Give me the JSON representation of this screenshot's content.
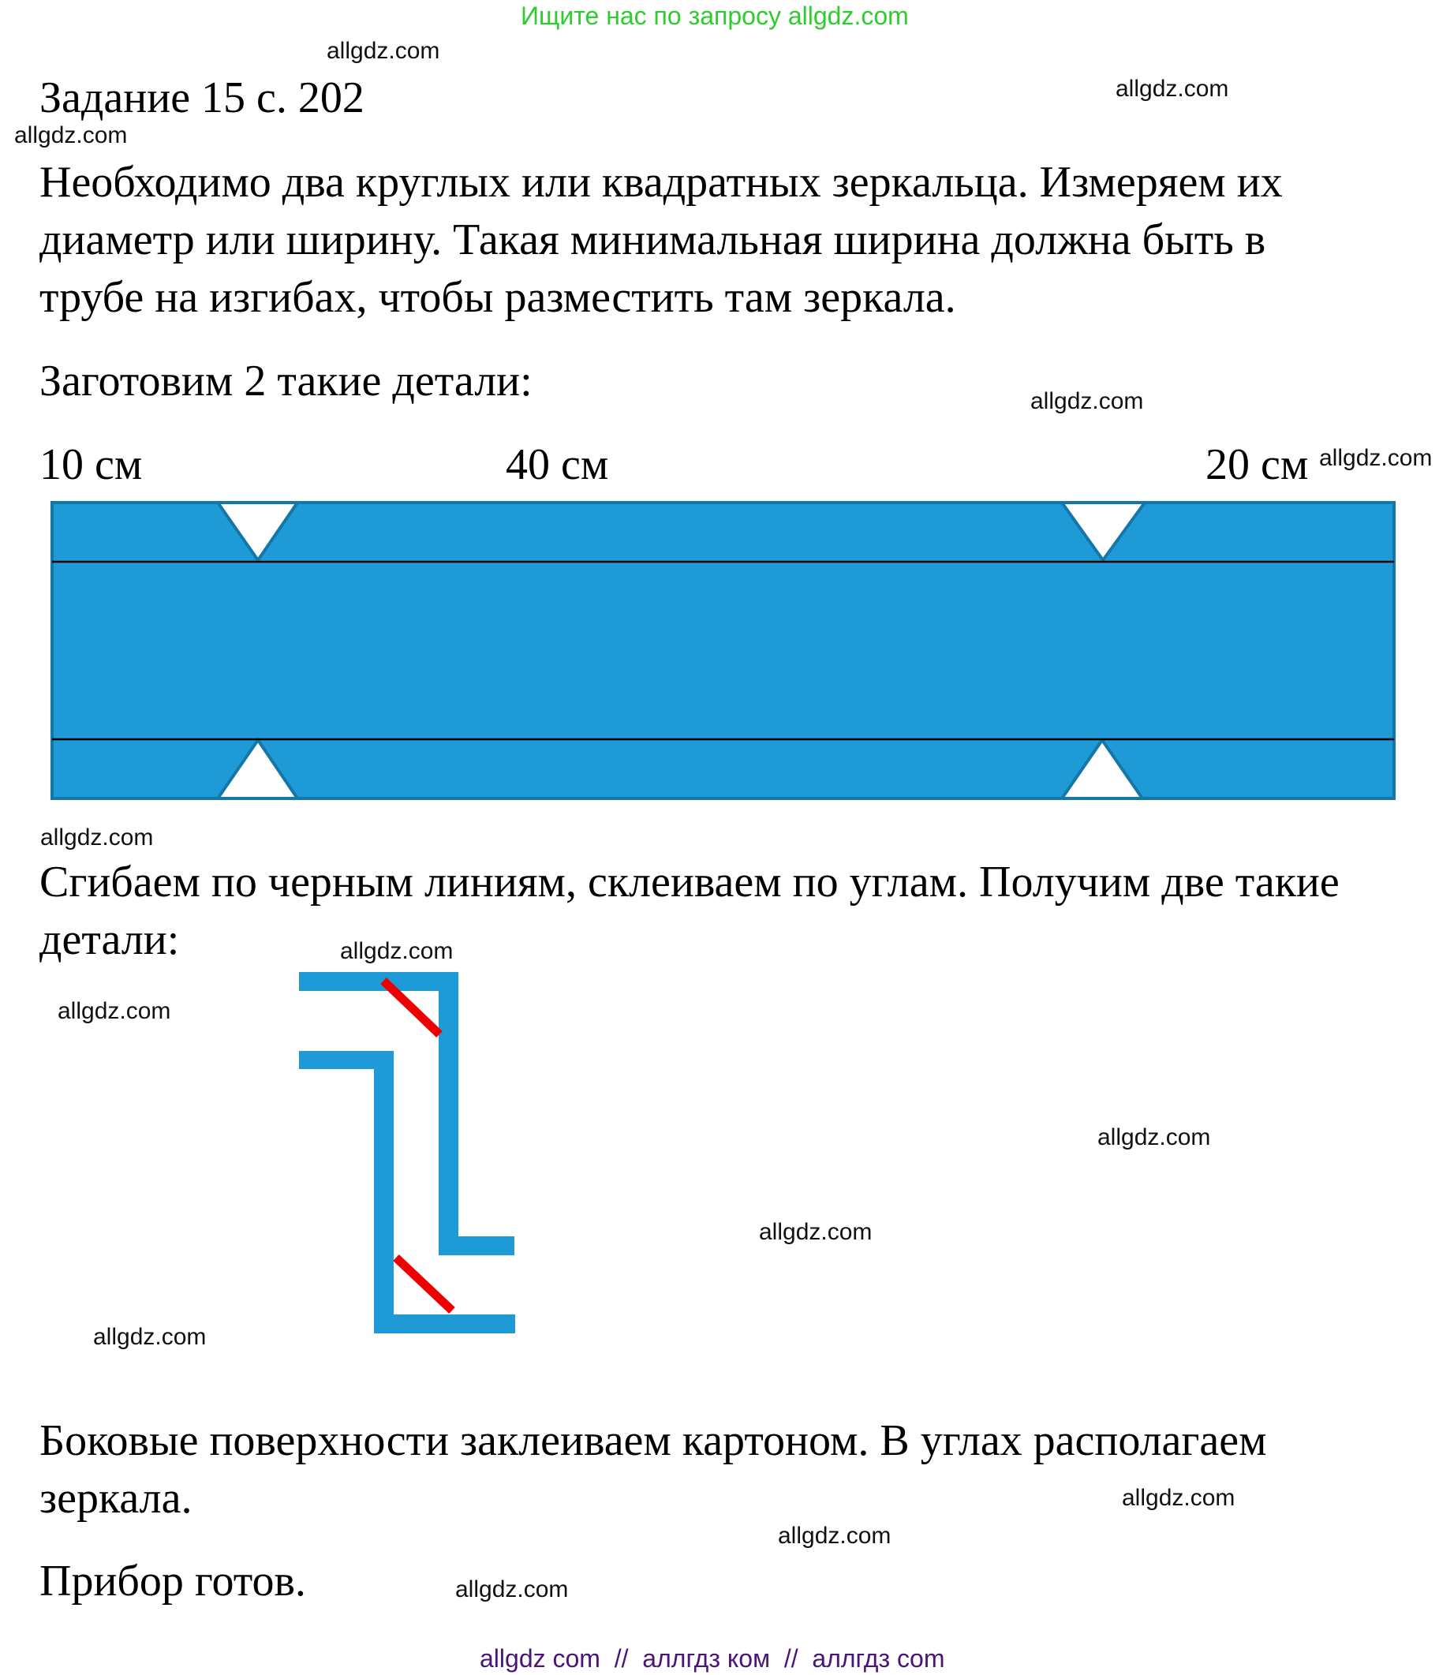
{
  "banner": {
    "text": "Ищите нас по запросу allgdz.com",
    "color": "#2ecc2e"
  },
  "task": {
    "title": "Задание 15 с. 202"
  },
  "intro": {
    "lines": [
      "Необходимо два круглых или квадратных зеркальца. Измеряем их",
      "диаметр или ширину. Такая минимальная ширина должна быть в",
      "трубе на изгибах, чтобы разместить там зеркала."
    ]
  },
  "prepare": {
    "text": "Заготовим 2 такие детали:"
  },
  "strip_diagram": {
    "labels": [
      "10 см",
      "40 см",
      "20 см"
    ],
    "fill_color": "#1e9bd7",
    "border_color": "#1477a8",
    "fold_line_color": "#000000"
  },
  "fold": {
    "lines": [
      "Сгибаем по черным линиям, склеиваем по углам. Получим две такие",
      "детали:"
    ]
  },
  "periscope_diagram": {
    "pipe_color": "#1e9bd7",
    "mirror_color": "#ee0000"
  },
  "finish": {
    "lines": [
      "Боковые поверхности заклеиваем картоном. В углах располагаем",
      "зеркала."
    ]
  },
  "done": {
    "text": "Прибор готов."
  },
  "watermarks": [
    "allgdz.com",
    "allgdz.com",
    "allgdz.com",
    "allgdz.com",
    "allgdz.com",
    "allgdz.com",
    "allgdz.com",
    "allgdz.com",
    "allgdz.com",
    "allgdz.com",
    "allgdz.com",
    "allgdz.com",
    "allgdz.com",
    "allgdz.com",
    "allgdz.com",
    "allgdz.com"
  ],
  "footer": {
    "text": "allgdz com  //  аллгдз ком  //  аллгдз com",
    "color": "#4b1478"
  }
}
